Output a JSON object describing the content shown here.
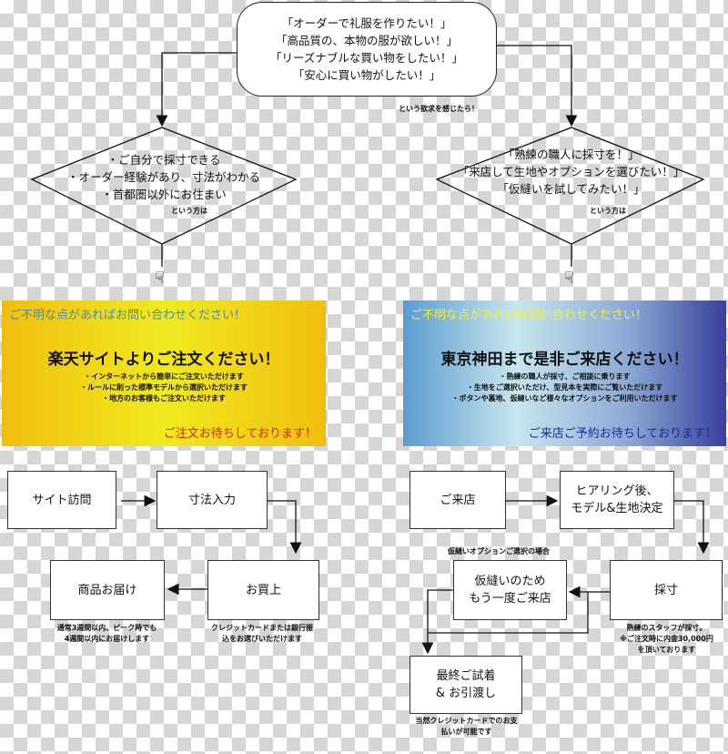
{
  "top_box": {
    "lines": [
      "「オーダーで礼服を作りたい！」",
      "「高品質の、本物の服が欲しい！」",
      "「リーズナブルな買い物をしたい！」",
      "「安心に買い物がしたい！」"
    ],
    "caption": "という欲求を感じたら！"
  },
  "left_diamond": {
    "lines": [
      "・ご自分で採寸できる",
      "・オーダー経験があり、寸法がわかる",
      "・首都圏以外にお住まい"
    ],
    "caption": "という方は"
  },
  "right_diamond": {
    "lines": [
      "「熟練の職人に採寸を！」",
      "「来店して生地やオプションを選びたい！」",
      "「仮縫いを試してみたい！」"
    ],
    "caption": "という方は"
  },
  "left_panel": {
    "ask": "ご不明な点があればお問い合わせください！",
    "headline": "楽天サイトよりご注文ください！",
    "bullets": [
      "・インターネットから簡単にご注文いただけます",
      "・ルールに則った標準モデルから選択いただけます",
      "・地方のお客様もご注文いただけます"
    ],
    "closing": "ご注文お待ちしております！",
    "colors": {
      "ask": "#4a8ab0",
      "closing": "#e02010"
    }
  },
  "right_panel": {
    "ask": "ご不明な点があればお問い合わせください！",
    "headline": "東京神田まで是非ご来店ください！",
    "bullets": [
      "・熟練の職人が採寸、ご相談に乗ります",
      "・生地をご選択いただけ、型見本を実際にご覧いただけます",
      "・ボタンや裏地、仮縫いなど様々なオプションをご利用いただけます"
    ],
    "closing": "ご来店ご予約お待ちしております！",
    "colors": {
      "ask": "#f0f040",
      "closing": "#1a2a9a"
    }
  },
  "left_flow": {
    "visit": "サイト訪問",
    "size_input": "寸法入力",
    "purchase": "お買上",
    "purchase_note": [
      "クレジットカードまたは銀行振",
      "込をお選びいただけます"
    ],
    "delivery": "商品お届け",
    "delivery_note": [
      "通常3週間以内、ピーク時でも",
      "4週間以内にお届けします"
    ]
  },
  "right_flow": {
    "visit": "ご来店",
    "hearing": [
      "ヒアリング後、",
      "モデル&生地決定"
    ],
    "measure": "採寸",
    "measure_note": [
      "熟練のスタッフが採寸。",
      "※ご注文時に内金30,000円",
      "を頂いております"
    ],
    "fitting_caption": "仮縫いオプションご選択の場合",
    "fitting": [
      "仮縫いのため",
      "もう一度ご来店"
    ],
    "final": [
      "最終ご試着",
      "& お引渡し"
    ],
    "final_note": [
      "当然クレジットカードでのお支",
      "払いが可能です"
    ]
  }
}
